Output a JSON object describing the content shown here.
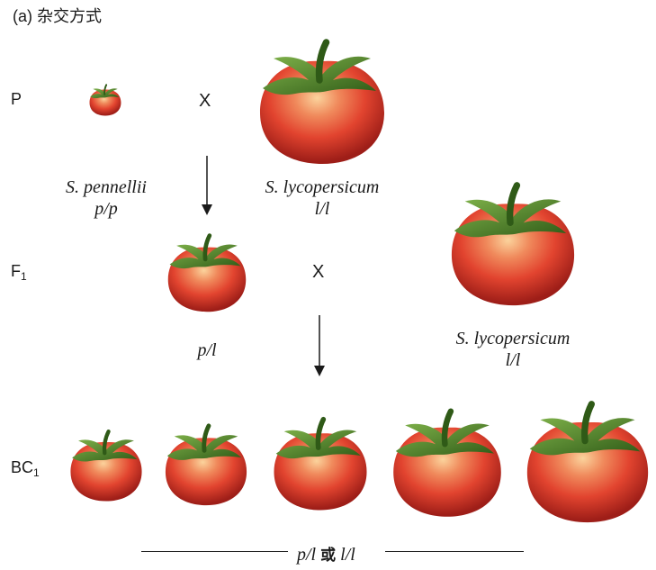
{
  "title": "(a) 杂交方式",
  "generations": {
    "p": "P",
    "f1_main": "F",
    "f1_sub": "1",
    "bc1_main": "BC",
    "bc1_sub": "1"
  },
  "cross_symbol": "X",
  "parents": {
    "small": {
      "species": "S. pennellii",
      "genotype": "p/p"
    },
    "large": {
      "species": "S. lycopersicum",
      "genotype": "l/l"
    }
  },
  "f1": {
    "genotype": "p/l"
  },
  "backcross_parent": {
    "species": "S. lycopersicum",
    "genotype": "l/l"
  },
  "bc1_offspring": {
    "genotype_a": "p/l",
    "connector": "或",
    "genotype_b": "l/l",
    "count": 5
  },
  "colors": {
    "tomato_highlight": "#f9c98f",
    "tomato_mid": "#e8533a",
    "tomato_dark": "#a3201a",
    "stem_green": "#4f8a2b",
    "stem_dark": "#2f5a17",
    "line": "#1a1a1a"
  }
}
